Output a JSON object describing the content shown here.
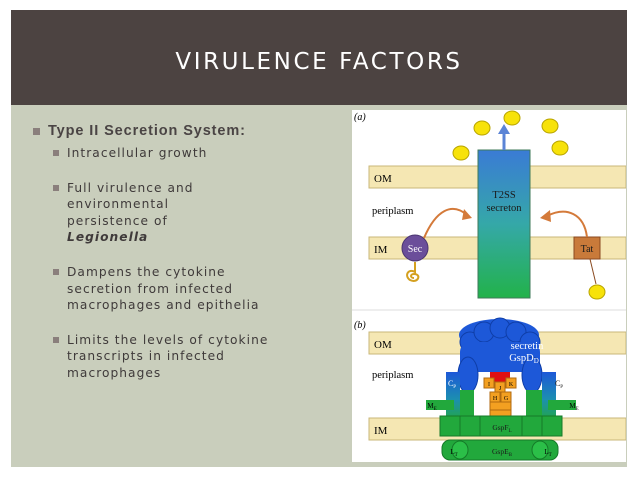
{
  "slide": {
    "title": "VIRULENCE FACTORS",
    "main_bullet": "Type II Secretion System:",
    "sub_bullets": [
      {
        "text": "Intracellular growth"
      },
      {
        "text": "Full virulence and environmental persistence of ",
        "italic": "Legionella"
      },
      {
        "text": "Dampens the cytokine secretion from infected macrophages and epithelia"
      },
      {
        "text": "Limits the levels of cytokine transcripts in infected macrophages"
      }
    ]
  },
  "figure": {
    "panel_a_label": "(a)",
    "panel_b_label": "(b)",
    "om": "OM",
    "im": "IM",
    "periplasm": "periplasm",
    "t2ss_line1": "T2SS",
    "t2ss_line2": "secreton",
    "sec": "Sec",
    "tat": "Tat",
    "secretin_line1": "secretin",
    "secretin_line2": "GspD",
    "secretin_sub": "D",
    "cp_left": "C",
    "cp_right": "C",
    "cp_sub": "P",
    "m_left": "M",
    "m_right": "M",
    "m_sub": "E",
    "gspf": "GspF",
    "gspf_sub": "L",
    "gspe": "GspE",
    "gspe_sub": "B",
    "l_left": "L",
    "l_right": "L",
    "l_sub": "T",
    "pilus_labels": [
      "I",
      "J",
      "K",
      "H",
      "G"
    ],
    "colors": {
      "header": "#4c4341",
      "panel": "#c9cebc",
      "membrane": "#f5e7b3",
      "membrane_border": "#c9b77a",
      "sec": "#6b4e9a",
      "tat": "#c97a3a",
      "yellow": "#f7e20a",
      "arrow_blue": "#5b84d6",
      "arrow_orange": "#d47a3a",
      "secretin_blue": "#1d58d8",
      "green": "#22a83c",
      "red": "#e01010",
      "orange": "#f3a021"
    }
  }
}
